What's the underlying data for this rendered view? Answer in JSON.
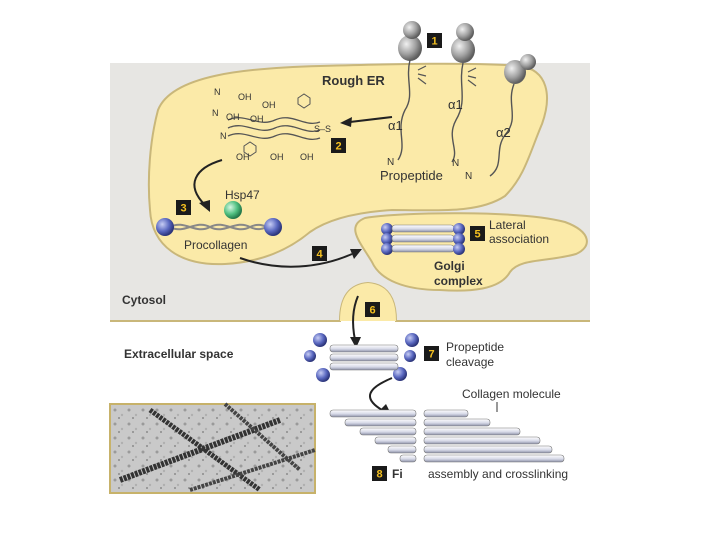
{
  "labels": {
    "rough_er": "Rough ER",
    "alpha1_a": "α1",
    "alpha1_b": "α1",
    "alpha2": "α2",
    "propeptide": "Propeptide",
    "hsp47": "Hsp47",
    "procollagen": "Procollagen",
    "lateral": "Lateral",
    "association": "association",
    "golgi": "Golgi",
    "complex": "complex",
    "cytosol": "Cytosol",
    "extracellular": "Extracellular space",
    "propeptide_cleavage_1": "Propeptide",
    "propeptide_cleavage_2": "cleavage",
    "collagen_molecule": "Collagen molecule",
    "fibril_1": "Fi",
    "fibril_2": "assembly and crosslinking",
    "ss": "S–S",
    "oh": "OH",
    "n": "N"
  },
  "steps": [
    "1",
    "2",
    "3",
    "4",
    "5",
    "6",
    "7",
    "8"
  ],
  "colors": {
    "cell": "#fbeaa8",
    "cell_border": "#c9b77a",
    "cytosol_bg": "#e7e6e3",
    "ribosome": "#9a9a9a",
    "sphere_blue": "#5a68c0",
    "sphere_green": "#4fbf80",
    "step_box": "#1a1a1a",
    "step_text": "#f4c020"
  }
}
